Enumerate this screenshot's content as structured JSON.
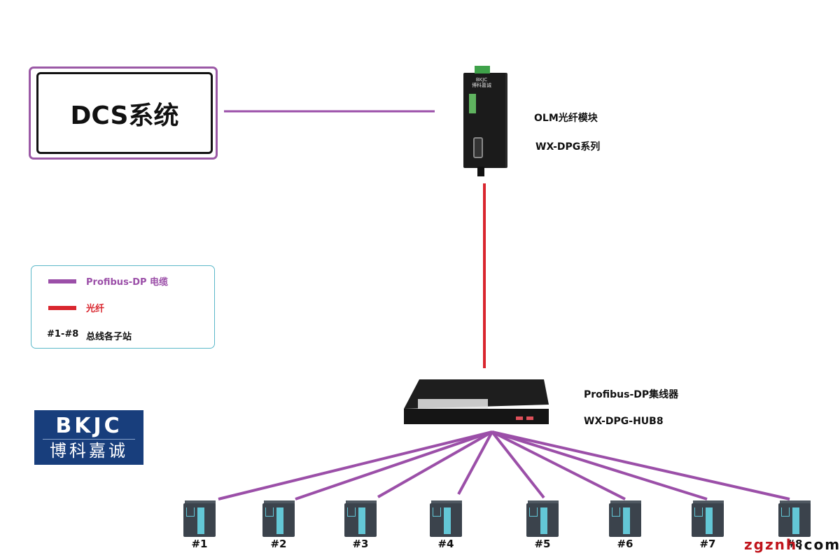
{
  "colors": {
    "profibus_cable": "#9b4fa8",
    "fiber": "#d9262e",
    "legend_border": "#5bb8c9",
    "logo_bg": "#183e7c",
    "watermark_red": "#c0141c"
  },
  "dcs": {
    "title": "DCS系统"
  },
  "olm": {
    "label_line1": "OLM光纤模块",
    "label_line2": "WX-DPG系列",
    "device_brand": "BKJC",
    "device_brand_cn": "博科嘉诚"
  },
  "hub": {
    "label_line1": "Profibus-DP集线器",
    "label_line2": "WX-DPG-HUB8"
  },
  "legend": {
    "items": [
      {
        "label": "Profibus-DP 电缆",
        "color": "#9b4fa8"
      },
      {
        "label": "光纤",
        "color": "#d9262e"
      },
      {
        "code": "#1-#8",
        "label": "总线各子站"
      }
    ]
  },
  "logo": {
    "en": "BKJC",
    "cn": "博科嘉诚"
  },
  "stations": [
    {
      "label": "#1"
    },
    {
      "label": "#2"
    },
    {
      "label": "#3"
    },
    {
      "label": "#4"
    },
    {
      "label": "#5"
    },
    {
      "label": "#6"
    },
    {
      "label": "#7"
    },
    {
      "label": "#8"
    }
  ],
  "watermark": {
    "red": "zgznh",
    "black": ".com"
  }
}
